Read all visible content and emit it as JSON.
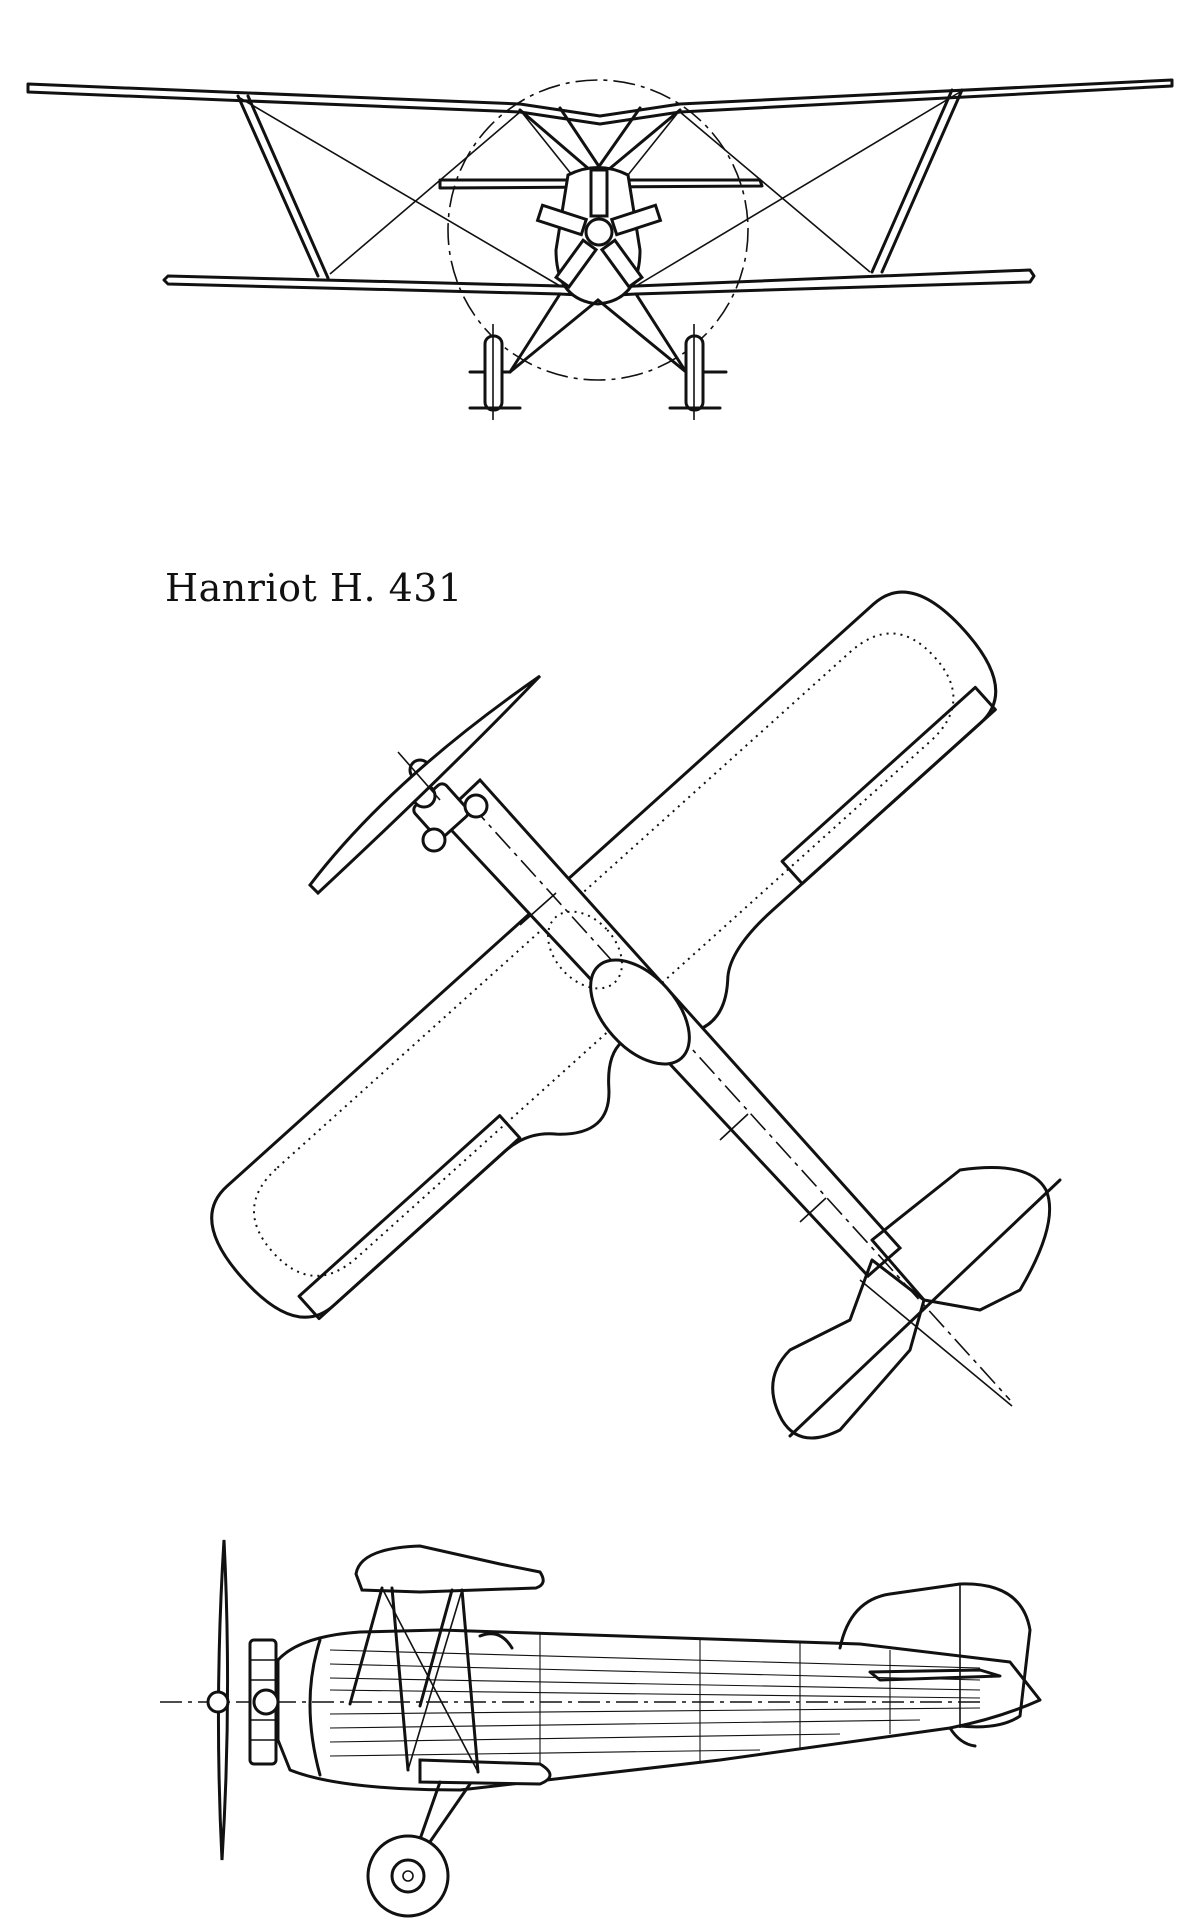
{
  "drawing": {
    "title": "Hanriot H. 431",
    "ink_color": "#111111",
    "paper_color": "#ffffff",
    "views": [
      "front-view",
      "plan-view",
      "side-view"
    ]
  }
}
